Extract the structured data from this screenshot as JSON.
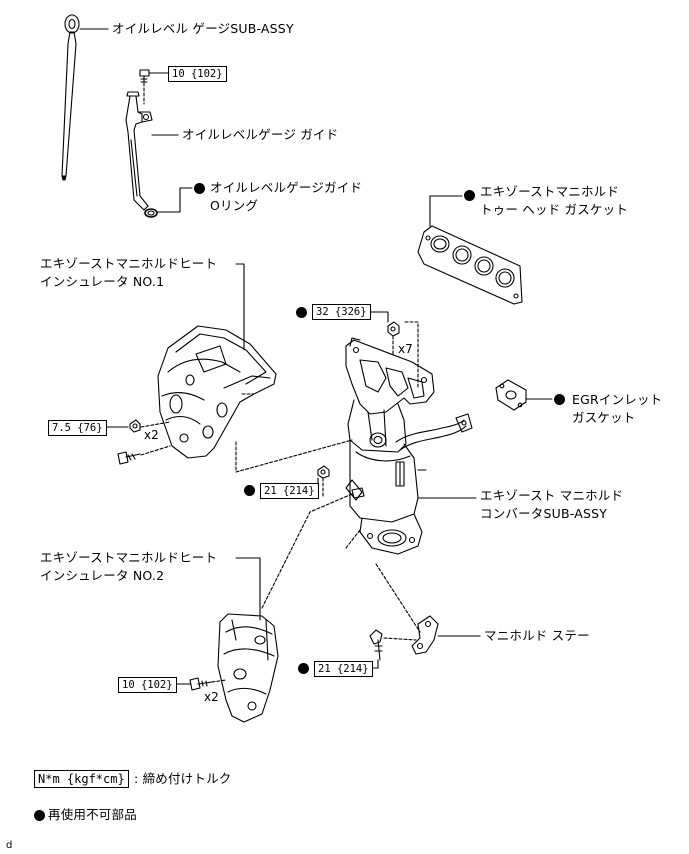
{
  "parts": {
    "dipstick": "オイルレベル ゲージSUB-ASSY",
    "guide": "オイルレベルゲージ ガイド",
    "oring_l1": "オイルレベルゲージガイド",
    "oring_l2": "Oリング",
    "gasket_l1": "エキゾーストマニホルド",
    "gasket_l2": "トゥー ヘッド ガスケット",
    "ins1_l1": "エキゾーストマニホルドヒート",
    "ins1_l2": "インシュレータ NO.1",
    "egr_l1": "EGRインレット",
    "egr_l2": "ガスケット",
    "manifold_l1": "エキゾースト マニホルド",
    "manifold_l2": "コンバータSUB-ASSY",
    "ins2_l1": "エキゾーストマニホルドヒート",
    "ins2_l2": "インシュレータ NO.2",
    "stay": "マニホルド ステー"
  },
  "torques": {
    "guide_bolt": "10 {102}",
    "manifold_nut": "32 {326}",
    "ins1_bolt": "7.5 {76}",
    "stud_nut": "21 {214}",
    "ins2_bolt": "10 {102}",
    "stay_bolt": "21 {214}"
  },
  "quantities": {
    "manifold_nut": "x7",
    "ins1_bolt": "x2",
    "ins2_bolt": "x2"
  },
  "legend": {
    "torque_box": "N*m {kgf*cm}",
    "torque_desc": ": 締め付けトルク",
    "nonreusable": "再使用不可部品"
  },
  "footer": {
    "code": "d"
  }
}
